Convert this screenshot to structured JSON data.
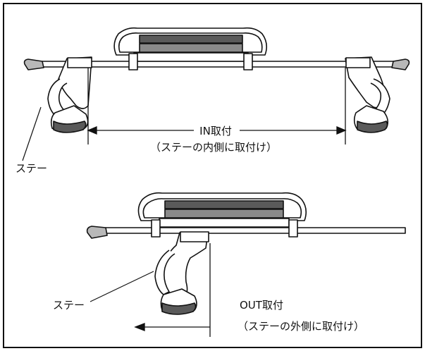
{
  "labels": {
    "top_mount": "IN取付",
    "top_desc": "（ステーの内側に取付け）",
    "top_stay": "ステー",
    "bottom_mount": "OUT取付",
    "bottom_desc": "（ステーの外側に取付け）",
    "bottom_stay": "ステー"
  },
  "colors": {
    "line": "#111111",
    "dark_fill": "#5a5a5a",
    "mid_fill": "#8a8a8a",
    "cap_fill": "#b8b8b8",
    "background": "#ffffff"
  }
}
